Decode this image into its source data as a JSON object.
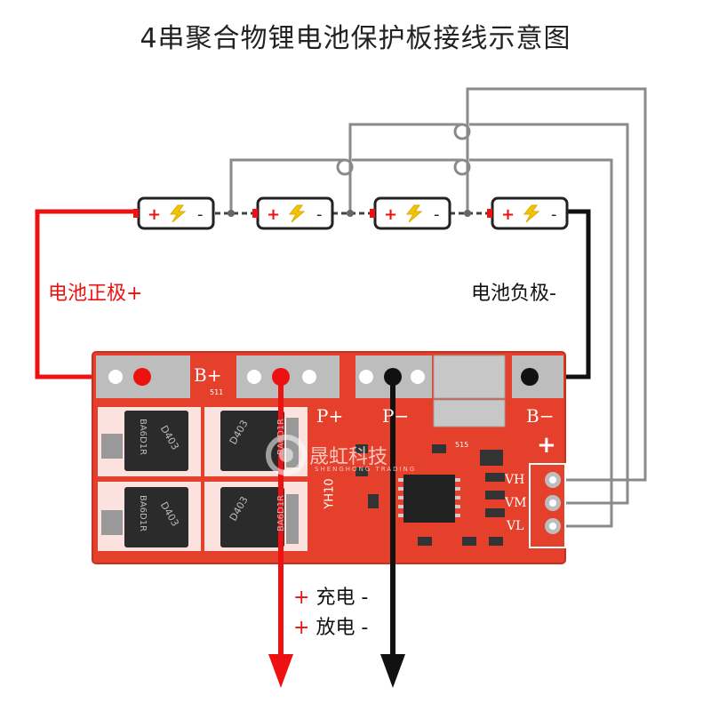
{
  "title": "4串聚合物锂电池保护板接线示意图",
  "cells": [
    {
      "plus": "+",
      "minus": "-"
    },
    {
      "plus": "+",
      "minus": "-"
    },
    {
      "plus": "+",
      "minus": "-"
    },
    {
      "plus": "+",
      "minus": "-"
    }
  ],
  "labels": {
    "positive": "电池正极+",
    "negative": "电池负极-"
  },
  "board": {
    "pad_bplus": "B+",
    "pad_pplus": "P+",
    "pad_pminus": "P−",
    "pad_bminus": "B−",
    "plus_mark": "+",
    "sense": [
      "VH",
      "VM",
      "VL"
    ],
    "mosfets": [
      {
        "part": "D403",
        "code": "BA6D1R"
      },
      {
        "part": "D403",
        "code": "BA6D1R"
      },
      {
        "part": "D403",
        "code": "BA6D1R"
      },
      {
        "part": "D403",
        "code": "BA6D1R"
      }
    ],
    "model": "YH10",
    "small_codes": [
      "511",
      "515"
    ],
    "watermark": "晟虹科技",
    "watermark_sub": "SHENGHONG TRADING"
  },
  "output": {
    "charge": {
      "plus": "+",
      "text": "充电 -"
    },
    "discharge": {
      "plus": "+",
      "text": "放电 -"
    }
  },
  "colors": {
    "positive": "#ee1111",
    "negative": "#111111",
    "sense_wire": "#888888",
    "pcb": "#e5402b",
    "pad": "#b8b8b8",
    "mosfet": "#2a2a2a",
    "bolt": "#f5c400"
  }
}
